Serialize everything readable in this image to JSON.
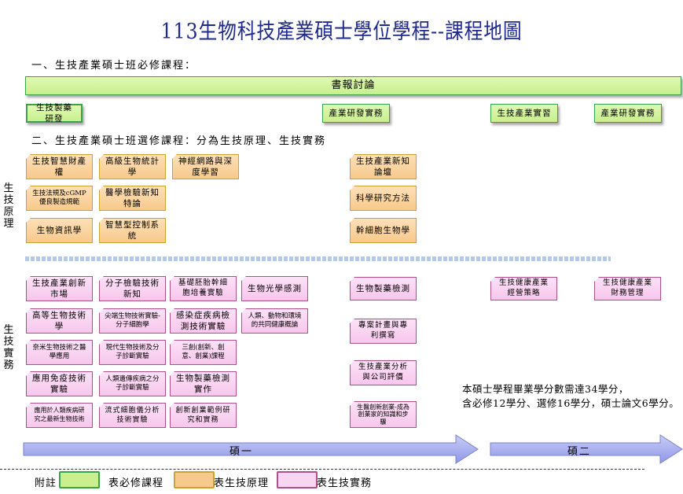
{
  "title": "113生物科技產業碩士學位學程--課程地圖",
  "section_required": "一、生技產業碩士班必修課程：",
  "section_elective": "二、生技產業碩士班選修課程：分為生技原理、生技實務",
  "required": {
    "seminar": "書報討論",
    "courses": [
      "生技製藥研發",
      "產業研發實務",
      "生技產業實習",
      "產業研發實務"
    ]
  },
  "principles": {
    "label": "生技原理",
    "courses": [
      "生技智慧財產權",
      "高級生物統計學",
      "神經網路與深度學習",
      "生技法規及cGMP優良製造規範",
      "醫學檢驗新知特論",
      "生物資訊學",
      "智慧型控制系統",
      "生技產業新知論壇",
      "科學研究方法",
      "幹細胞生物學"
    ]
  },
  "practice": {
    "label": "生技實務",
    "courses": [
      "生技產業創新市場",
      "分子檢驗技術新知",
      "基礎胚胎幹細胞培養實驗",
      "生物光學感測",
      "高等生物技術學",
      "尖端生物技術實驗-分子細胞學",
      "感染症疾病檢測技術實驗",
      "人類、動物和環境的共同健康概論",
      "奈米生物技術之醫學應用",
      "現代生物技術及分子診斷實驗",
      "三創(創新、創意、創業)課程",
      "應用免疫技術實驗",
      "人類遺傳疾病之分子診斷實驗",
      "生物製藥檢測實作",
      "應用於人類疾病研究之最新生物技術",
      "流式細胞儀分析技術實驗",
      "創新創業範例研究和實務",
      "生物製藥檢測",
      "專案計畫與專利撰寫",
      "生技產業分析與公司評價",
      "生醫創新創業-成為創業家的知識和步驟",
      "生技健康產業經營策略",
      "生技健康產業財務管理"
    ]
  },
  "note": [
    "本碩士學程畢業學分數需達34學分，",
    "含必修12學分、選修16學分，碩士論文6學分。"
  ],
  "timeline": [
    "碩一",
    "碩二"
  ],
  "legend": {
    "prefix": "附註",
    "items": [
      "表必修課程",
      "表生技原理",
      "表生技實務"
    ]
  },
  "colors": {
    "title": "#1f2a8a",
    "required": "#c9ef8e",
    "principles": "#f7c98c",
    "practice": "#f7c6ec",
    "arrow": "#9ea6ec"
  }
}
